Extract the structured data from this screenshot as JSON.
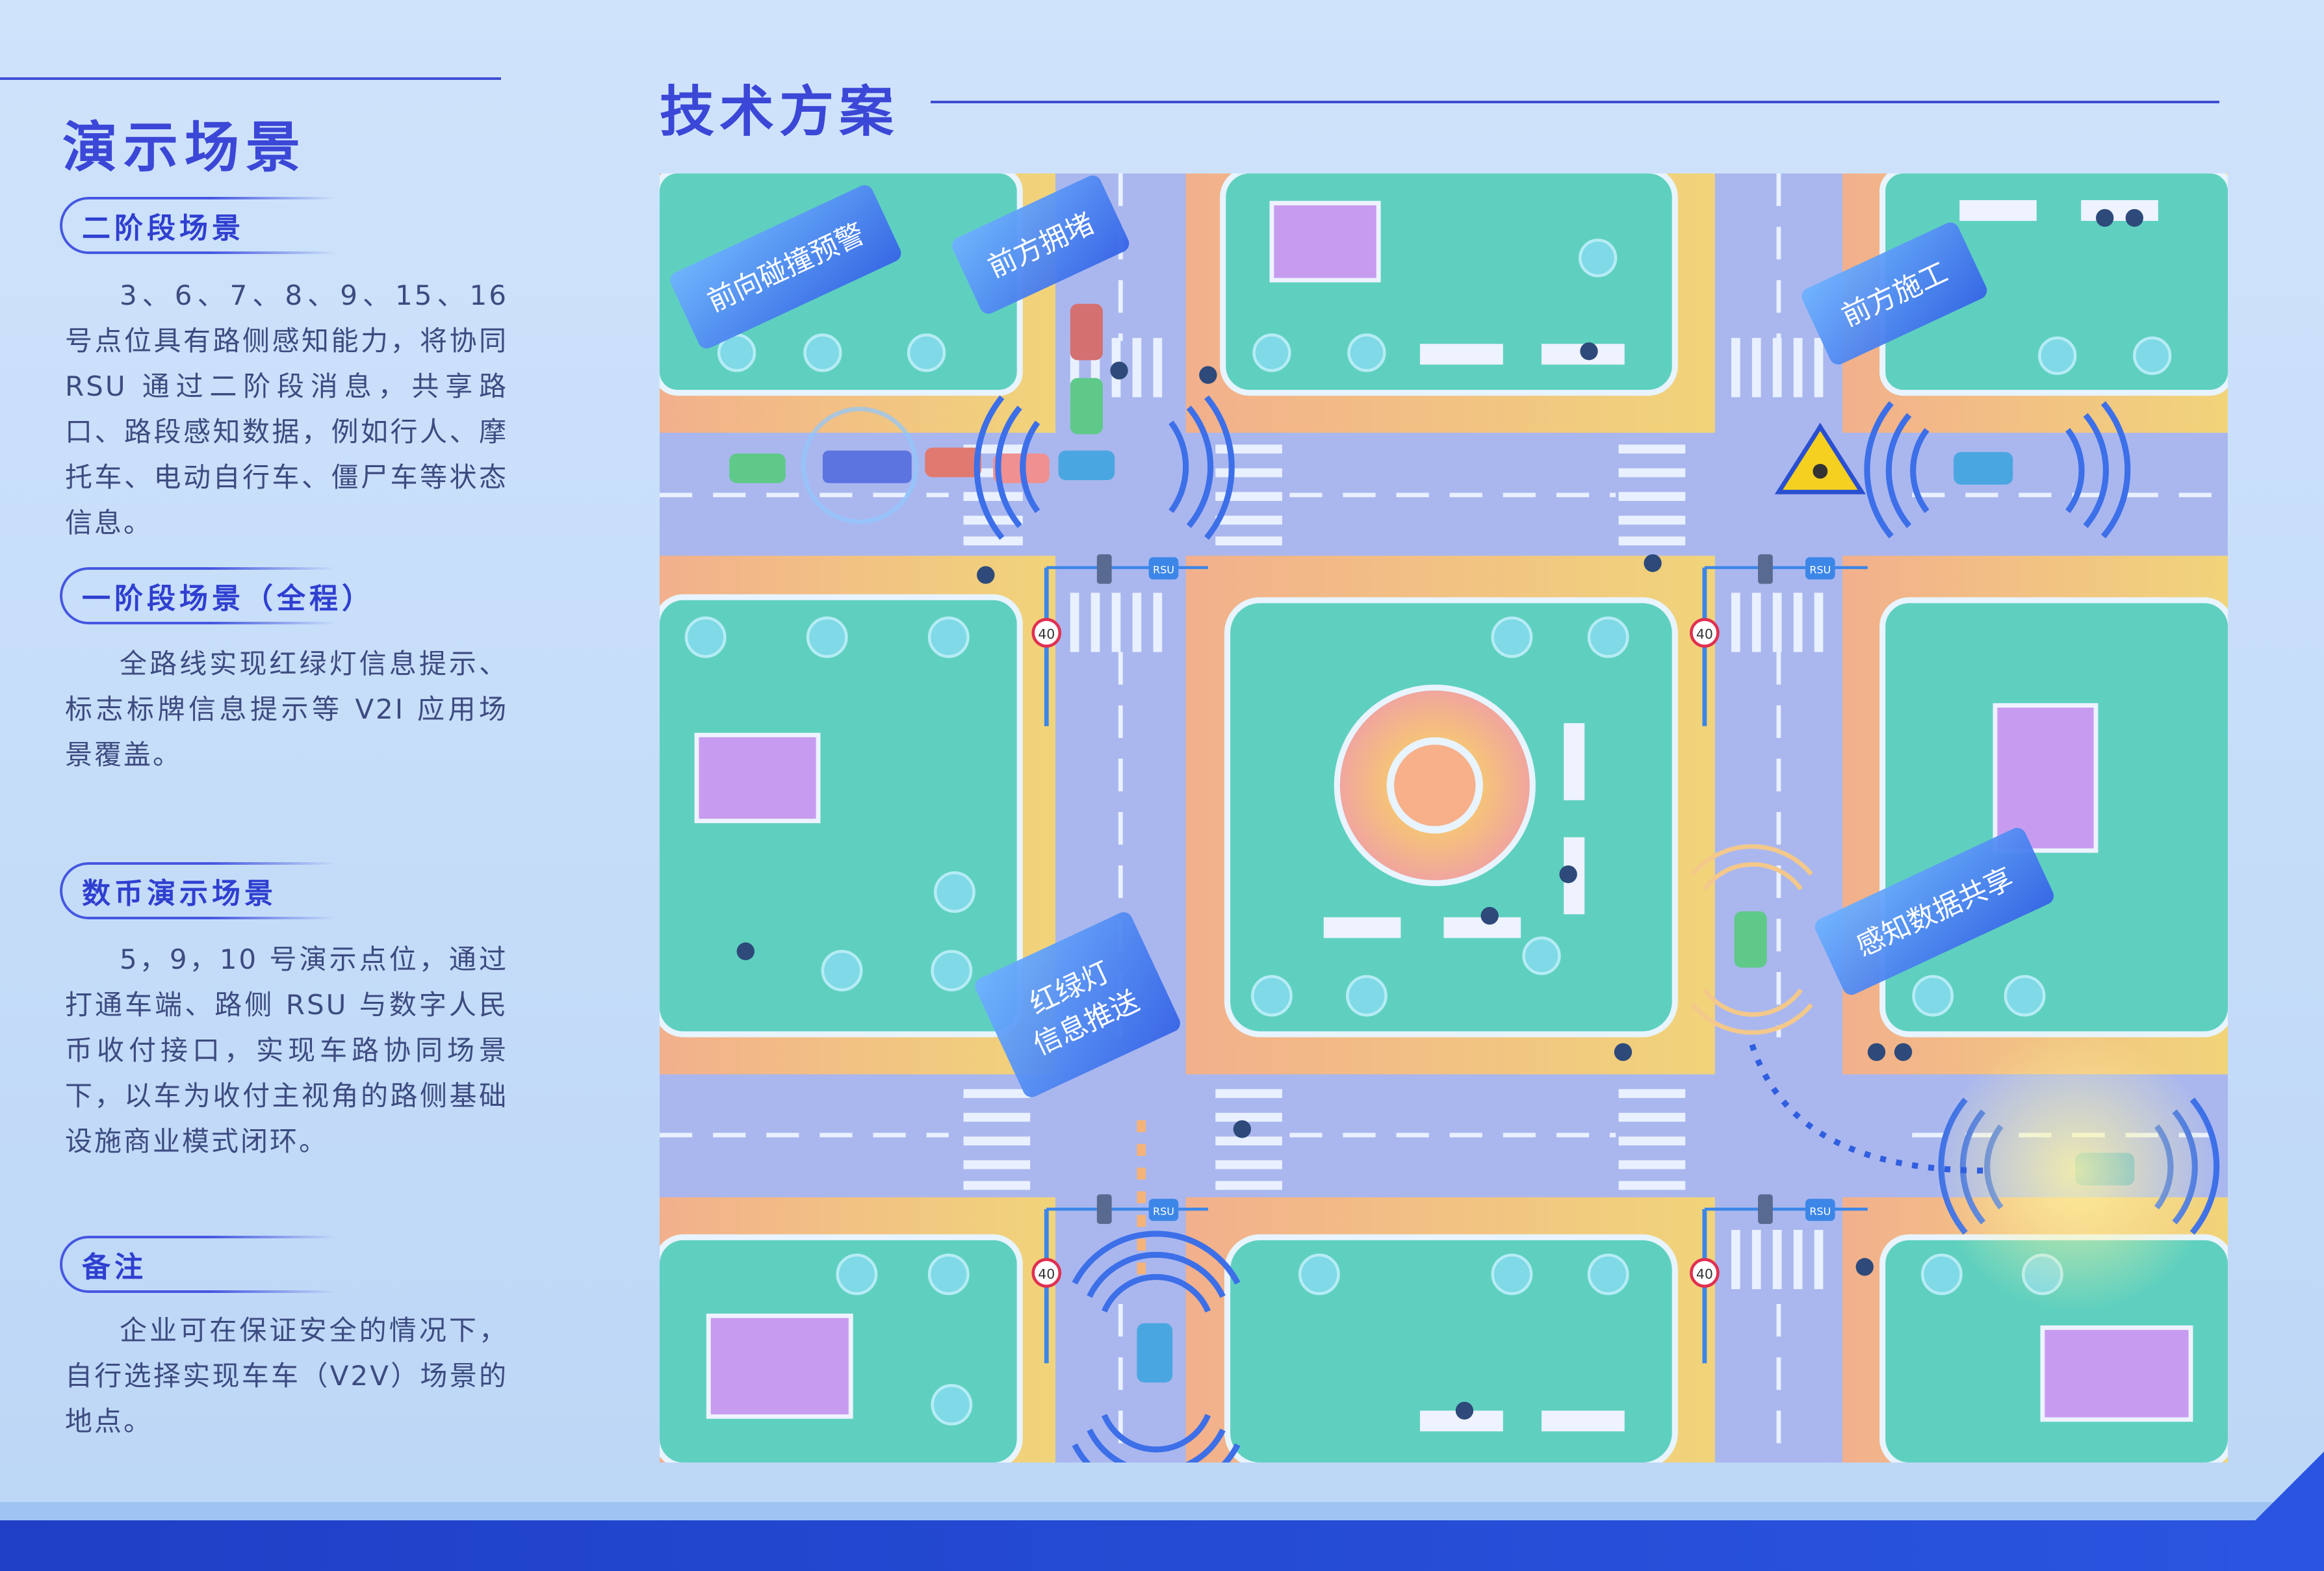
{
  "left_panel": {
    "title": "演示场景",
    "sections": [
      {
        "heading": "二阶段场景",
        "body": "3、6、7、8、9、15、16 号点位具有路侧感知能力，将协同 RSU 通过二阶段消息，共享路口、路段感知数据，例如行人、摩托车、电动自行车、僵尸车等状态信息。"
      },
      {
        "heading": "一阶段场景（全程）",
        "body": "全路线实现红绿灯信息提示、标志标牌信息提示等 V2I 应用场景覆盖。"
      },
      {
        "heading": "数币演示场景",
        "body": "5，9，10 号演示点位，通过打通车端、路侧 RSU 与数字人民币收付接口，实现车路协同场景下，以车为收付主视角的路侧基础设施商业模式闭环。"
      },
      {
        "heading": "备注",
        "body": "企业可在保证安全的情况下，自行选择实现车车（V2V）场景的地点。"
      }
    ]
  },
  "right_panel": {
    "title": "技术方案",
    "map": {
      "signs": {
        "forward_collision": "前向碰撞预警",
        "congestion": "前方拥堵",
        "construction": "前方施工",
        "traffic_light_line1": "红绿灯",
        "traffic_light_line2": "信息推送",
        "perception_sharing": "感知数据共享"
      },
      "rsu_label": "RSU",
      "speed_limit": "40",
      "colors": {
        "road": "#aab7ee",
        "grass": "#5fd0bf",
        "sidewalk_orange": "#f2b38a",
        "sidewalk_yellow": "#f1d27c",
        "sign_blue": "#3d7ff0",
        "accent": "#3b47d6"
      }
    }
  }
}
